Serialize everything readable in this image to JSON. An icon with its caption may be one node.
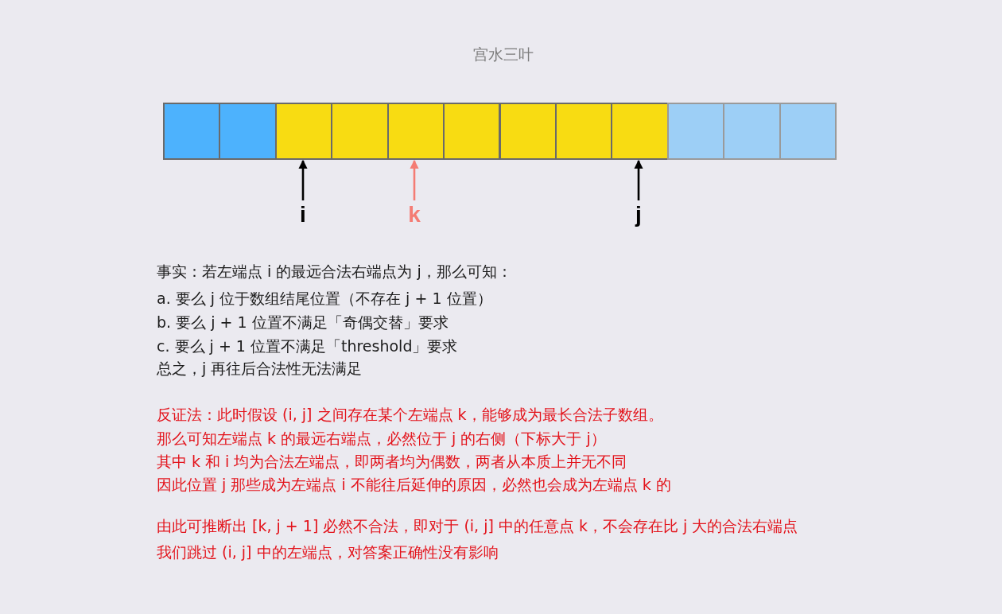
{
  "diagram": {
    "title": "宫水三叶",
    "nodes": [
      {
        "text": [],
        "shape": "box"
      },
      {
        "text": [],
        "shape": "box"
      },
      {
        "text": [],
        "shape": "box"
      },
      {
        "text": [],
        "shape": "box"
      },
      {
        "text": [],
        "shape": "box"
      },
      {
        "text": [],
        "shape": "box"
      },
      {
        "text": [],
        "shape": "box"
      },
      {
        "text": [],
        "shape": "box"
      },
      {
        "text": [],
        "shape": "box"
      },
      {
        "text": [],
        "shape": "box"
      },
      {
        "text": [],
        "shape": "box"
      },
      {
        "text": [],
        "shape": "box"
      },
      {
        "text": [
          "i"
        ]
      },
      {
        "text": [
          "k"
        ]
      },
      {
        "text": [
          "j"
        ]
      }
    ],
    "edges": [
      {
        "from": 12,
        "to": 2,
        "arrow": "to"
      },
      {
        "from": 13,
        "to": 4,
        "arrow": "to",
        "color": "#f47c74"
      },
      {
        "from": 14,
        "to": 8,
        "arrow": "to"
      }
    ],
    "labels": [
      "事实：若左端点 i 的最远合法右端点为 j，那么可知：",
      "a. 要么 j 位于数组结尾位置（不存在 j + 1 位置）",
      "b. 要么 j + 1 位置不满足「奇偶交替」要求",
      "c. 要么 j + 1 位置不满足「threshold」要求",
      "总之，j 再往后合法性无法满足",
      "反证法：此时假设 (i, j] 之间存在某个左端点 k，能够成为最长合法子数组。",
      "那么可知左端点 k 的最远右端点，必然位于 j 的右侧（下标大于 j）",
      "其中 k 和 i 均为合法左端点，即两者均为偶数，两者从本质上并无不同",
      "因此位置 j 那些成为左端点 i 不能往后延伸的原因，必然也会成为左端点 k 的",
      "由此可推断出 [k, j + 1] 必然不合法，即对于 (i, j] 中的任意点 k，不会存在比 j 大的合法右端点",
      "我们跳过 (i, j] 中的左端点，对答案正确性没有影响"
    ]
  }
}
